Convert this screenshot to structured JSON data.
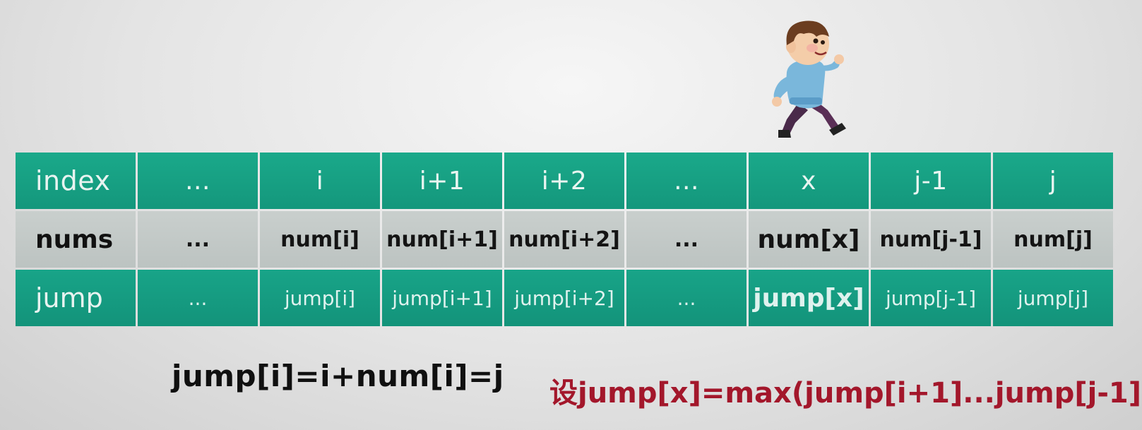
{
  "table": {
    "rows": [
      {
        "key": "index",
        "cells": [
          "index",
          "...",
          "i",
          "i+1",
          "i+2",
          "...",
          "x",
          "j-1",
          "j"
        ]
      },
      {
        "key": "nums",
        "cells": [
          "nums",
          "...",
          "num[i]",
          "num[i+1]",
          "num[i+2]",
          "...",
          "num[x]",
          "num[j-1]",
          "num[j]"
        ]
      },
      {
        "key": "jump",
        "cells": [
          "jump",
          "...",
          "jump[i]",
          "jump[i+1]",
          "jump[i+2]",
          "...",
          "jump[x]",
          "jump[j-1]",
          "jump[j]"
        ]
      }
    ]
  },
  "formulas": {
    "left": "jump[i]=i+num[i]=j",
    "right": "设jump[x]=max(jump[i+1]...jump[j-1])"
  },
  "colors": {
    "teal": "#14977c",
    "gray": "#c2c8c6",
    "red": "#a3172b"
  },
  "icons": {
    "character": "running-boy-illustration"
  }
}
